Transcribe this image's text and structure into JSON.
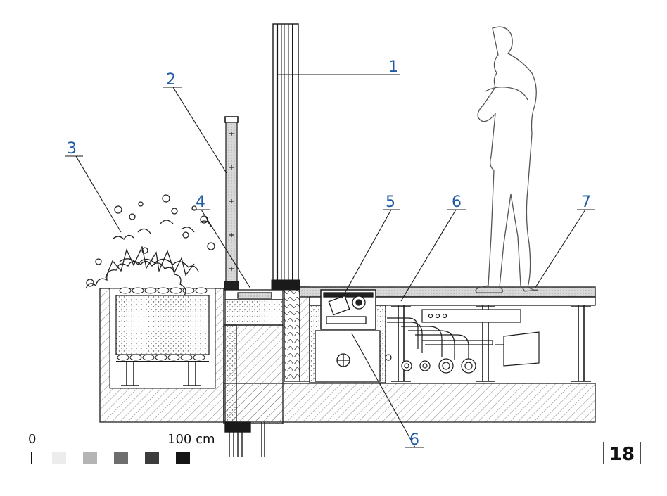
{
  "callouts": [
    {
      "id": "1",
      "label": "1"
    },
    {
      "id": "2",
      "label": "2"
    },
    {
      "id": "3",
      "label": "3"
    },
    {
      "id": "4",
      "label": "4"
    },
    {
      "id": "5",
      "label": "5"
    },
    {
      "id": "6a",
      "label": "6"
    },
    {
      "id": "7",
      "label": "7"
    },
    {
      "id": "6b",
      "label": "6"
    }
  ],
  "scale_bar": {
    "start_label": "0",
    "end_label": "100 cm",
    "swatches": [
      "#ececec",
      "#b4b4b4",
      "#6e6e6e",
      "#3c3c3c",
      "#151515"
    ]
  },
  "page_number": "18",
  "colors": {
    "callout": "#1f5aa6",
    "line": "#1a1a1a",
    "hatch": "#6a6a6a"
  }
}
